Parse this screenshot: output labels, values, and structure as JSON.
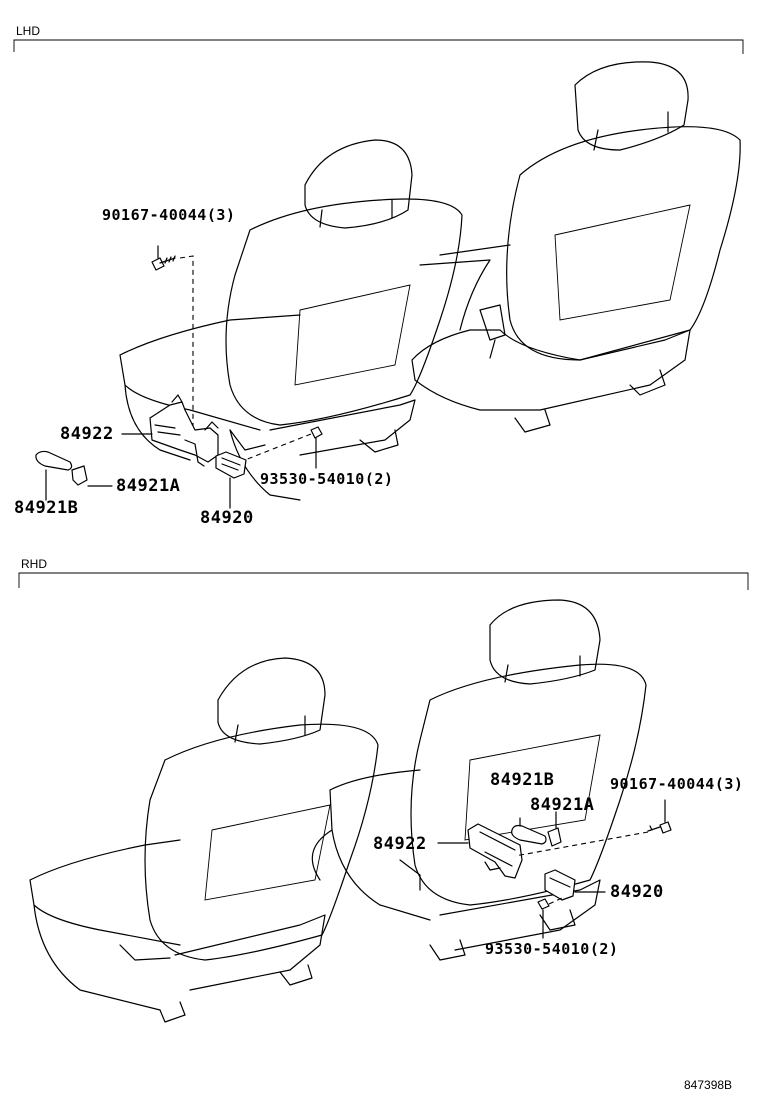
{
  "sections": {
    "lhd": {
      "label": "LHD",
      "parts": {
        "bolt": "90167-40044(3)",
        "bracket": "84922",
        "cover_a": "84921A",
        "cover_b": "84921B",
        "screw": "93530-54010(2)",
        "switch": "84920"
      }
    },
    "rhd": {
      "label": "RHD",
      "parts": {
        "cover_b": "84921B",
        "cover_a": "84921A",
        "bolt": "90167-40044(3)",
        "bracket": "84922",
        "switch": "84920",
        "screw": "93530-54010(2)"
      }
    }
  },
  "drawing_number": "847398B"
}
